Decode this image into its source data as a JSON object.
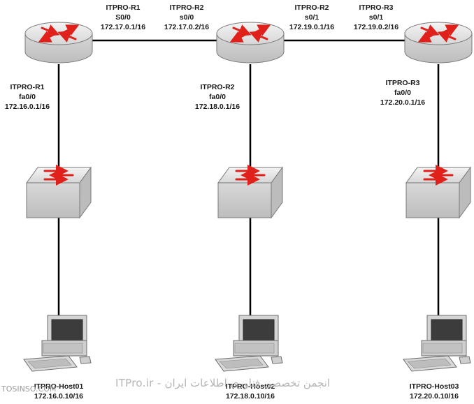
{
  "diagram": {
    "routers": [
      {
        "id": "r1",
        "name": "ITPRO-R1"
      },
      {
        "id": "r2",
        "name": "ITPRO-R2"
      },
      {
        "id": "r3",
        "name": "ITPRO-R3"
      }
    ],
    "serial_links": [
      {
        "left": {
          "device": "ITPRO-R1",
          "interface": "S0/0",
          "ip": "172.17.0.1/16"
        },
        "right": {
          "device": "ITPRO-R2",
          "interface": "s0/0",
          "ip": "172.17.0.2/16"
        }
      },
      {
        "left": {
          "device": "ITPRO-R2",
          "interface": "s0/1",
          "ip": "172.19.0.1/16"
        },
        "right": {
          "device": "ITPRO-R3",
          "interface": "s0/1",
          "ip": "172.19.0.2/16"
        }
      }
    ],
    "lan_interfaces": [
      {
        "device": "ITPRO-R1",
        "interface": "fa0/0",
        "ip": "172.16.0.1/16"
      },
      {
        "device": "ITPRO-R2",
        "interface": "fa0/0",
        "ip": "172.18.0.1/16"
      },
      {
        "device": "ITPRO-R3",
        "interface": "fa0/0",
        "ip": "172.20.0.1/16"
      }
    ],
    "hosts": [
      {
        "name": "ITPRO-Host01",
        "ip": "172.16.0.10/16"
      },
      {
        "name": "ITPRO-Host02",
        "ip": "172.18.0.10/16"
      },
      {
        "name": "ITPRO-Host03",
        "ip": "172.20.0.10/16"
      }
    ],
    "watermark": "ITPro.ir - انجمن تخصصی فناوری اطلاعات ایران",
    "corner_mark": "TOSINSO.COM",
    "colors": {
      "device_fill": "#e6e6e6",
      "arrow": "#e0201b",
      "link": "#000000"
    }
  }
}
